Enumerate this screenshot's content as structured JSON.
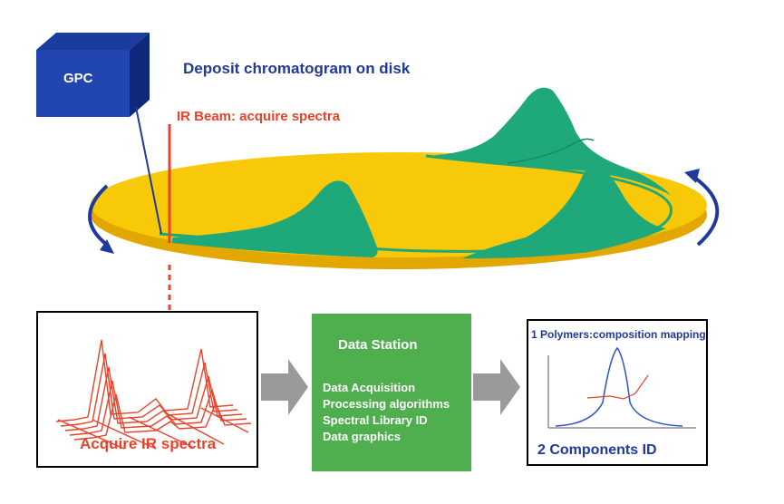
{
  "gpc": {
    "label": "GPC"
  },
  "captions": {
    "deposit": "Deposit chromatogram on disk",
    "ir_beam": "IR Beam: acquire spectra",
    "acquire": "Acquire IR spectra"
  },
  "station": {
    "title": "Data Station",
    "items": [
      "Data Acquisition",
      "Processing algorithms",
      "Spectral Library ID",
      "Data graphics"
    ]
  },
  "output": {
    "title": "1 Polymers:composition mapping",
    "bottom": "2 Components ID"
  },
  "colors": {
    "disk": "#f7c908",
    "disk_edge": "#e2a800",
    "peaks": "#1fa879",
    "navy": "#1f3a9a",
    "red": "#e8432a",
    "green_box": "#4fae4e",
    "arrow_gray": "#9a9a9a"
  }
}
